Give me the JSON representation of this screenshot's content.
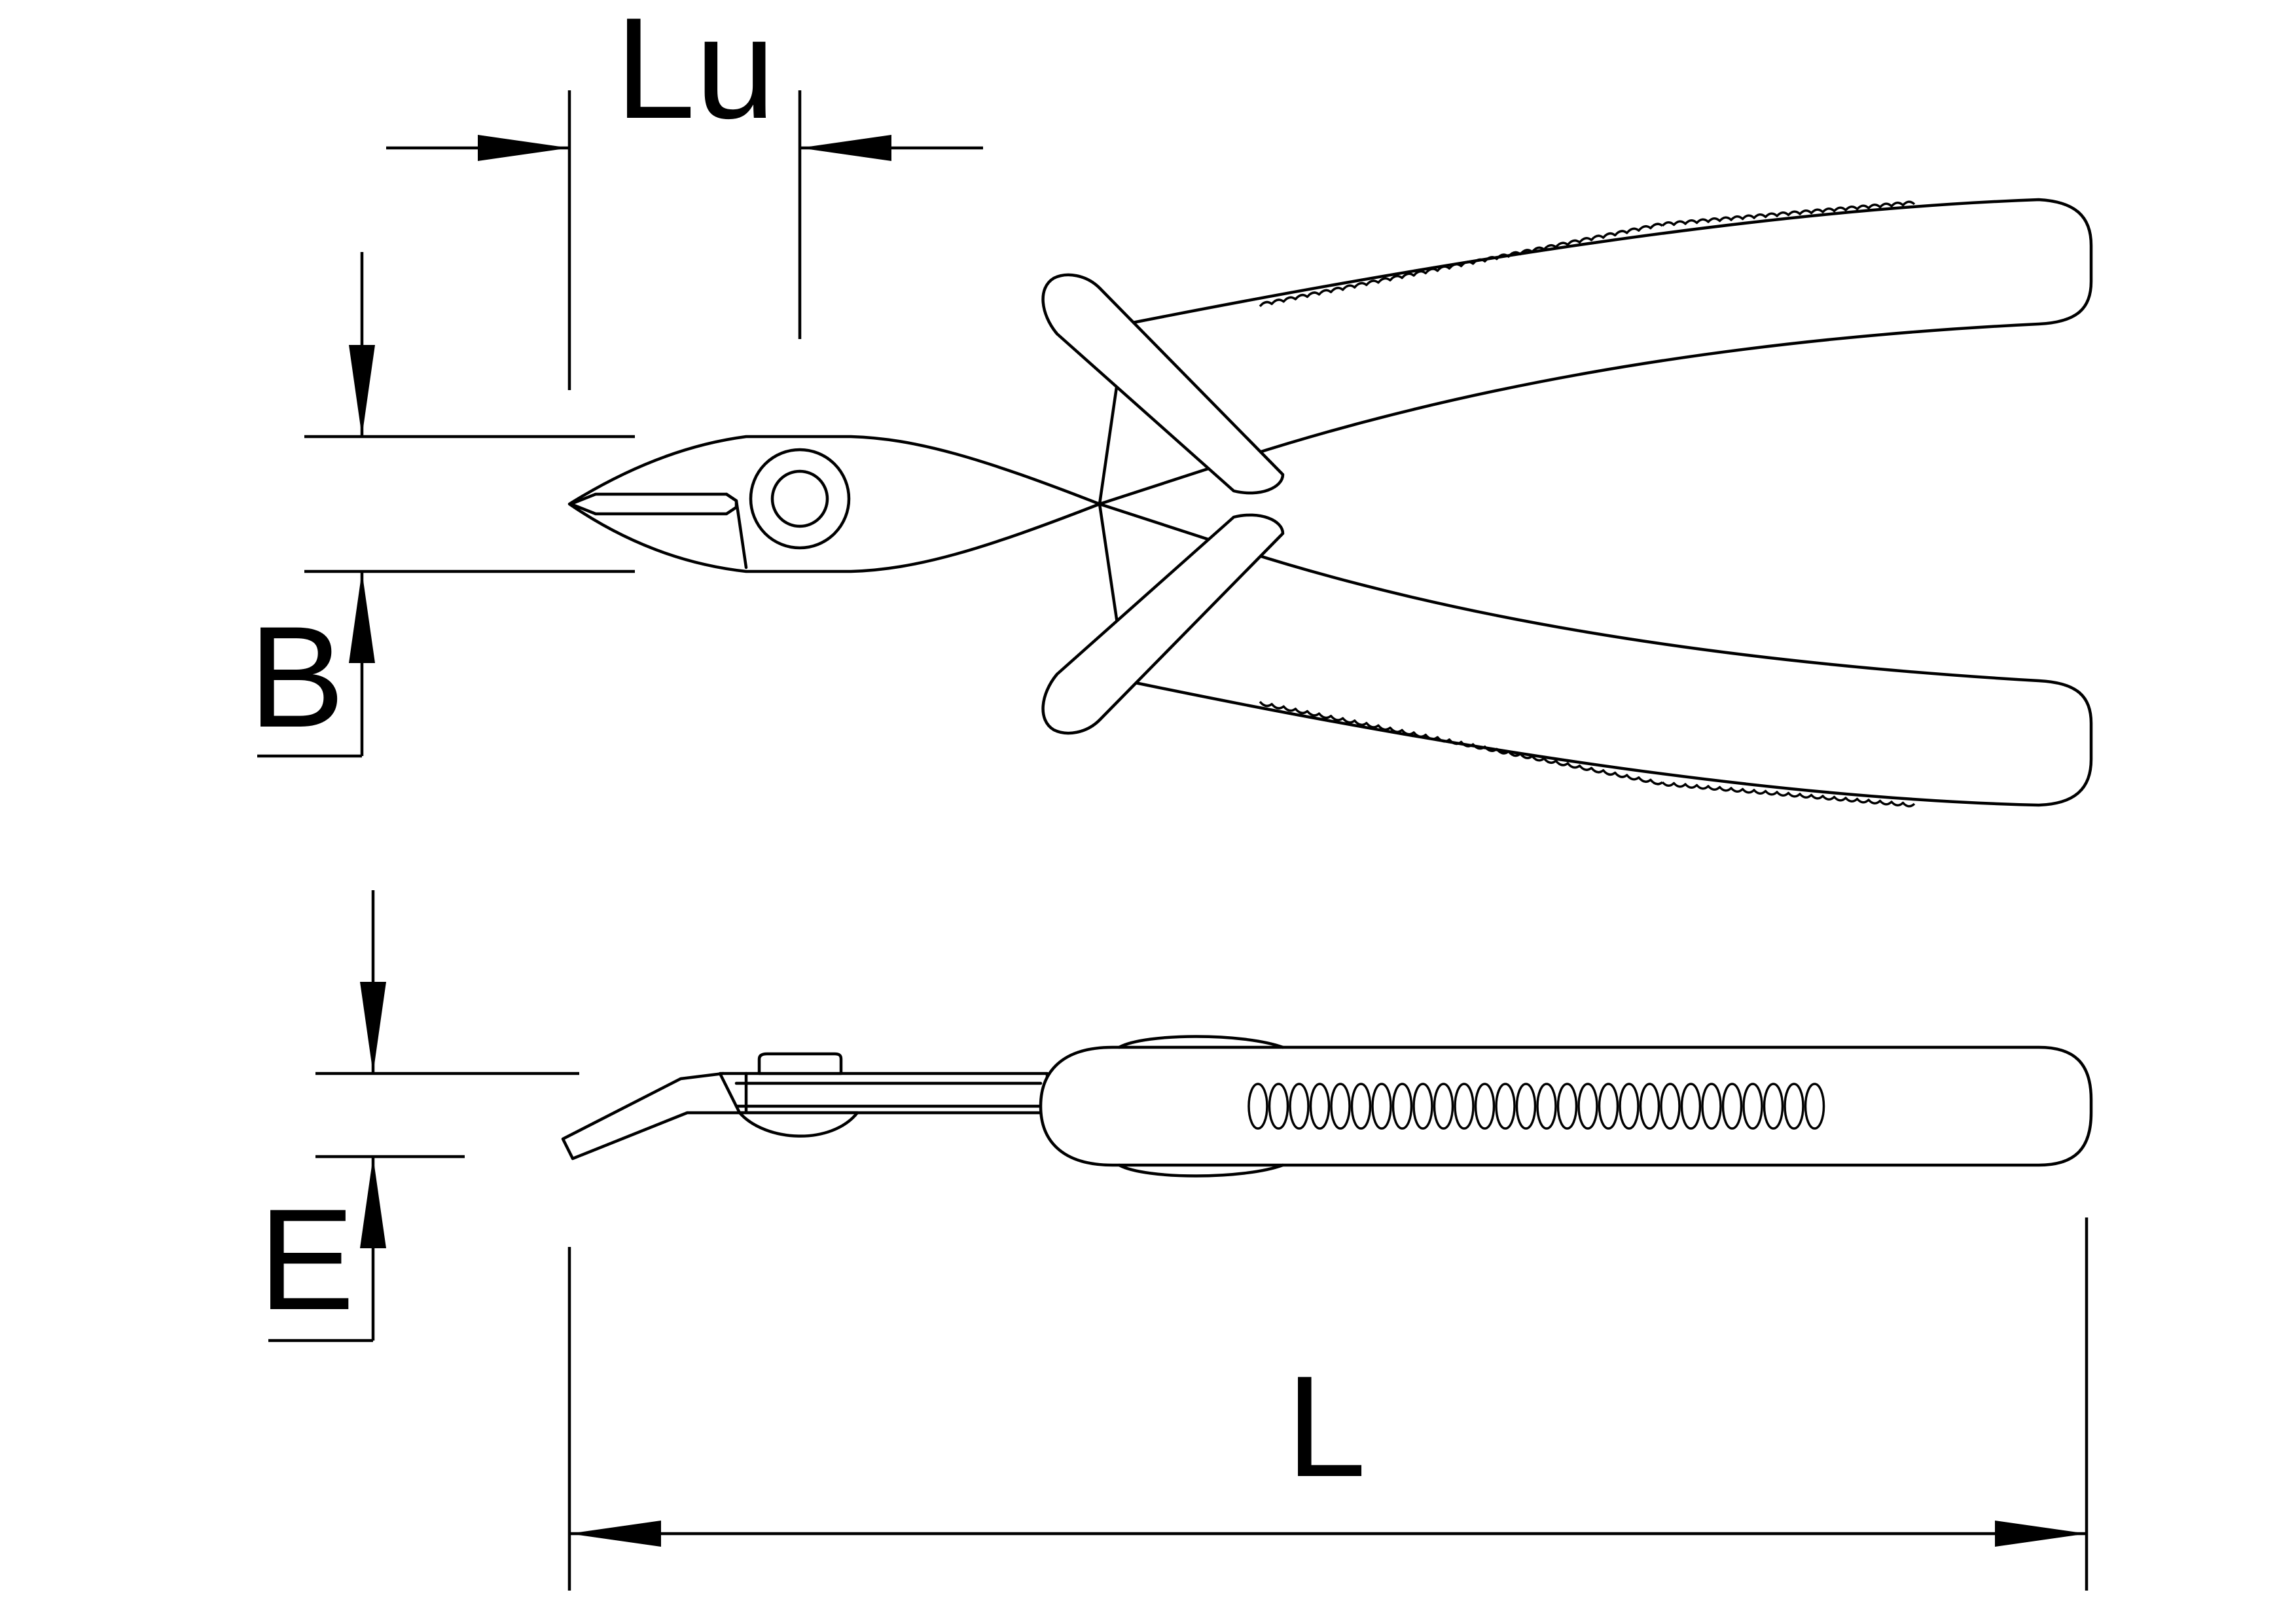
{
  "diagram": {
    "labels": {
      "lu": "Lu",
      "b": "B",
      "e": "E",
      "l": "L"
    },
    "colors": {
      "line": "#000000",
      "background": "#ffffff"
    }
  }
}
